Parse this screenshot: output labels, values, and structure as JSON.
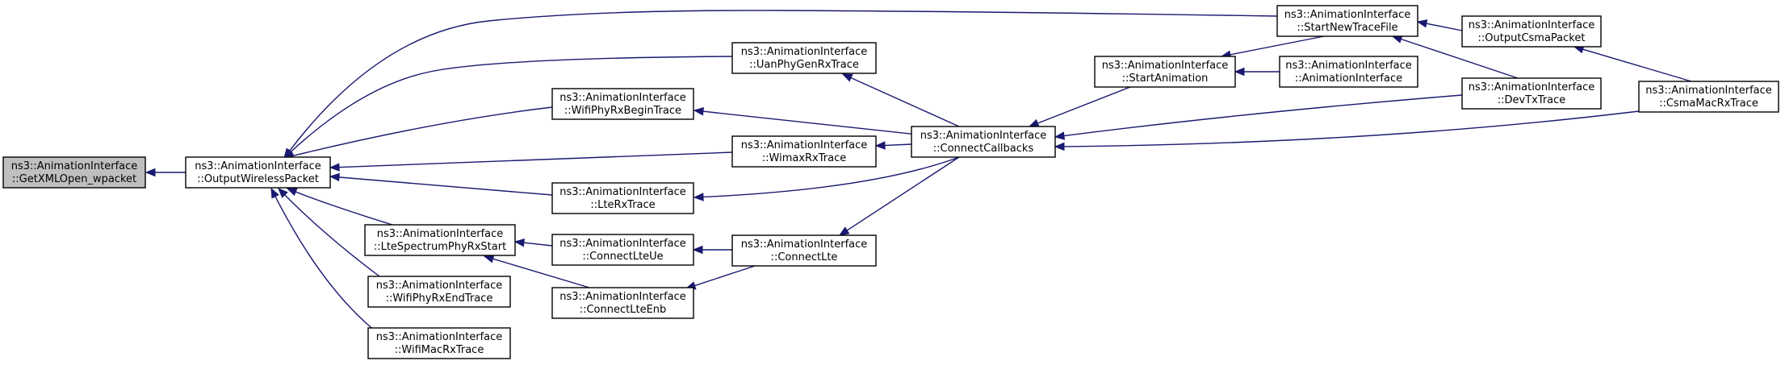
{
  "graph": {
    "nodes": [
      {
        "id": "getxml",
        "line1": "ns3::AnimationInterface",
        "line2": "::GetXMLOpen_wpacket",
        "highlighted": true
      },
      {
        "id": "outwireless",
        "line1": "ns3::AnimationInterface",
        "line2": "::OutputWirelessPacket"
      },
      {
        "id": "uanphy",
        "line1": "ns3::AnimationInterface",
        "line2": "::UanPhyGenRxTrace"
      },
      {
        "id": "wifiphyrxbegin",
        "line1": "ns3::AnimationInterface",
        "line2": "::WifiPhyRxBeginTrace"
      },
      {
        "id": "wimax",
        "line1": "ns3::AnimationInterface",
        "line2": "::WimaxRxTrace"
      },
      {
        "id": "lterx",
        "line1": "ns3::AnimationInterface",
        "line2": "::LteRxTrace"
      },
      {
        "id": "ltespectrum",
        "line1": "ns3::AnimationInterface",
        "line2": "::LteSpectrumPhyRxStart"
      },
      {
        "id": "wifiphyrxend",
        "line1": "ns3::AnimationInterface",
        "line2": "::WifiPhyRxEndTrace"
      },
      {
        "id": "wifimac",
        "line1": "ns3::AnimationInterface",
        "line2": "::WifiMacRxTrace"
      },
      {
        "id": "connectlteue",
        "line1": "ns3::AnimationInterface",
        "line2": "::ConnectLteUe"
      },
      {
        "id": "connectlteenb",
        "line1": "ns3::AnimationInterface",
        "line2": "::ConnectLteEnb"
      },
      {
        "id": "connectlte",
        "line1": "ns3::AnimationInterface",
        "line2": "::ConnectLte"
      },
      {
        "id": "connectcallbacks",
        "line1": "ns3::AnimationInterface",
        "line2": "::ConnectCallbacks"
      },
      {
        "id": "startanimation",
        "line1": "ns3::AnimationInterface",
        "line2": "::StartAnimation"
      },
      {
        "id": "animinterface",
        "line1": "ns3::AnimationInterface",
        "line2": "::AnimationInterface"
      },
      {
        "id": "startnewtrace",
        "line1": "ns3::AnimationInterface",
        "line2": "::StartNewTraceFile"
      },
      {
        "id": "outputcsma",
        "line1": "ns3::AnimationInterface",
        "line2": "::OutputCsmaPacket"
      },
      {
        "id": "devtx",
        "line1": "ns3::AnimationInterface",
        "line2": "::DevTxTrace"
      },
      {
        "id": "csmamac",
        "line1": "ns3::AnimationInterface",
        "line2": "::CsmaMacRxTrace"
      }
    ],
    "edges": [
      {
        "from": "outwireless",
        "to": "getxml"
      },
      {
        "from": "uanphy",
        "to": "outwireless"
      },
      {
        "from": "wifiphyrxbegin",
        "to": "outwireless"
      },
      {
        "from": "wimax",
        "to": "outwireless"
      },
      {
        "from": "lterx",
        "to": "outwireless"
      },
      {
        "from": "ltespectrum",
        "to": "outwireless"
      },
      {
        "from": "wifiphyrxend",
        "to": "outwireless"
      },
      {
        "from": "wifimac",
        "to": "outwireless"
      },
      {
        "from": "startnewtrace",
        "to": "outwireless"
      },
      {
        "from": "connectcallbacks",
        "to": "uanphy"
      },
      {
        "from": "connectcallbacks",
        "to": "wifiphyrxbegin"
      },
      {
        "from": "connectcallbacks",
        "to": "wimax"
      },
      {
        "from": "connectcallbacks",
        "to": "lterx"
      },
      {
        "from": "connectlteue",
        "to": "ltespectrum"
      },
      {
        "from": "connectlteenb",
        "to": "ltespectrum"
      },
      {
        "from": "connectlte",
        "to": "connectlteue"
      },
      {
        "from": "connectlte",
        "to": "connectlteenb"
      },
      {
        "from": "connectcallbacks",
        "to": "connectlte"
      },
      {
        "from": "startanimation",
        "to": "connectcallbacks"
      },
      {
        "from": "devtx",
        "to": "connectcallbacks"
      },
      {
        "from": "csmamac",
        "to": "connectcallbacks"
      },
      {
        "from": "startnewtrace",
        "to": "startanimation"
      },
      {
        "from": "animinterface",
        "to": "startanimation"
      },
      {
        "from": "outputcsma",
        "to": "startnewtrace"
      },
      {
        "from": "devtx",
        "to": "startnewtrace"
      },
      {
        "from": "csmamac",
        "to": "outputcsma"
      }
    ]
  }
}
